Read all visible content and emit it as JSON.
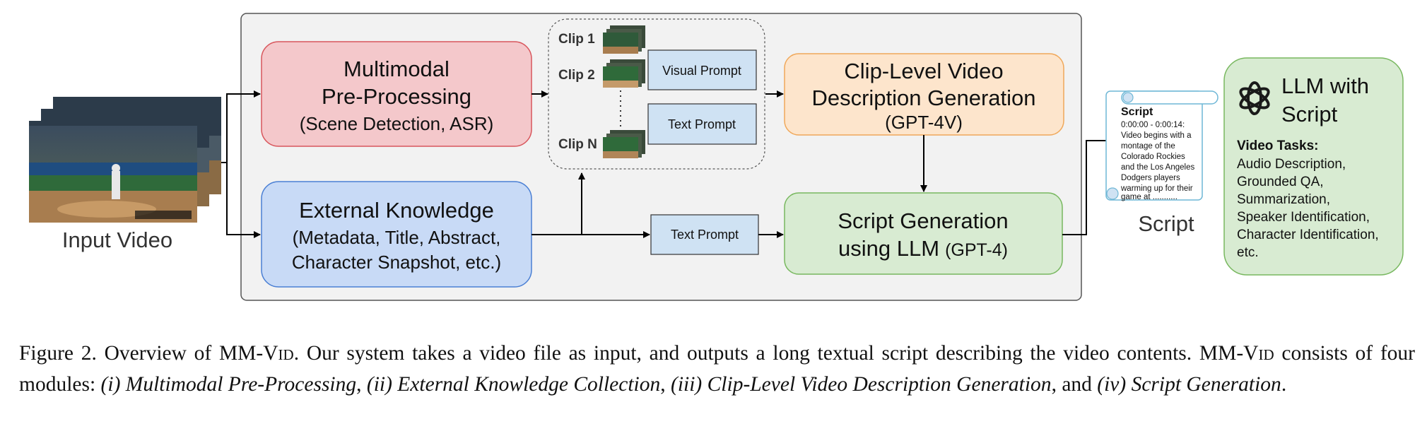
{
  "diagram": {
    "input_video_label": "Input Video",
    "preprocessing": {
      "title_line1": "Multimodal",
      "title_line2": "Pre-Processing",
      "subtitle": "(Scene Detection, ASR)",
      "color": "#f4c8cb"
    },
    "external_knowledge": {
      "title": "External Knowledge",
      "line2": "(Metadata, Title, Abstract,",
      "line3": "Character Snapshot, etc.)",
      "color": "#c8daf6"
    },
    "clips": {
      "clip1": "Clip 1",
      "clip2": "Clip 2",
      "clipN": "Clip N",
      "visual_prompt": "Visual Prompt",
      "text_prompt": "Text Prompt"
    },
    "bottom_text_prompt": "Text Prompt",
    "clip_level": {
      "line1": "Clip-Level Video",
      "line2": "Description Generation",
      "line3": "(GPT-4V)",
      "color": "#fde5cc"
    },
    "script_generation": {
      "line1": "Script Generation",
      "line2_main": "using LLM",
      "line2_small": "(GPT-4)",
      "color": "#d8ebd2"
    },
    "script_doc": {
      "title": "Script",
      "lines": [
        "0:00:00 - 0:00:14:",
        "Video begins with a",
        "montage of the",
        "Colorado Rockies",
        "and the Los Angeles",
        "Dodgers players",
        "warming up for their",
        "game at  ..........."
      ],
      "label": "Script"
    },
    "llm_panel": {
      "title_line1": "LLM with",
      "title_line2": "Script",
      "tasks_heading": "Video Tasks:",
      "tasks": [
        "Audio Description,",
        "Grounded QA,",
        "Summarization,",
        "Speaker Identification,",
        "Character Identification,",
        "etc."
      ],
      "color": "#d8ebd2",
      "icon": "openai-logo-icon"
    }
  },
  "caption": {
    "figure_label": "Figure 2.",
    "s1_pre": "Overview of MM-V",
    "s1_sc": "id",
    "s1_post": ". Our system takes a video file as input, and outputs a long textual script describing the video contents.",
    "s2_pre": "MM-V",
    "s2_sc": "id",
    "s2_post": " consists of four modules: ",
    "m1": "(i) Multimodal Pre-Processing",
    "sep1": ", ",
    "m2": "(ii) External Knowledge Collection",
    "sep2": ", ",
    "m3": "(iii) Clip-Level Video Description Generation",
    "sep3": ", and ",
    "m4": "(iv) Script Generation",
    "end": "."
  }
}
